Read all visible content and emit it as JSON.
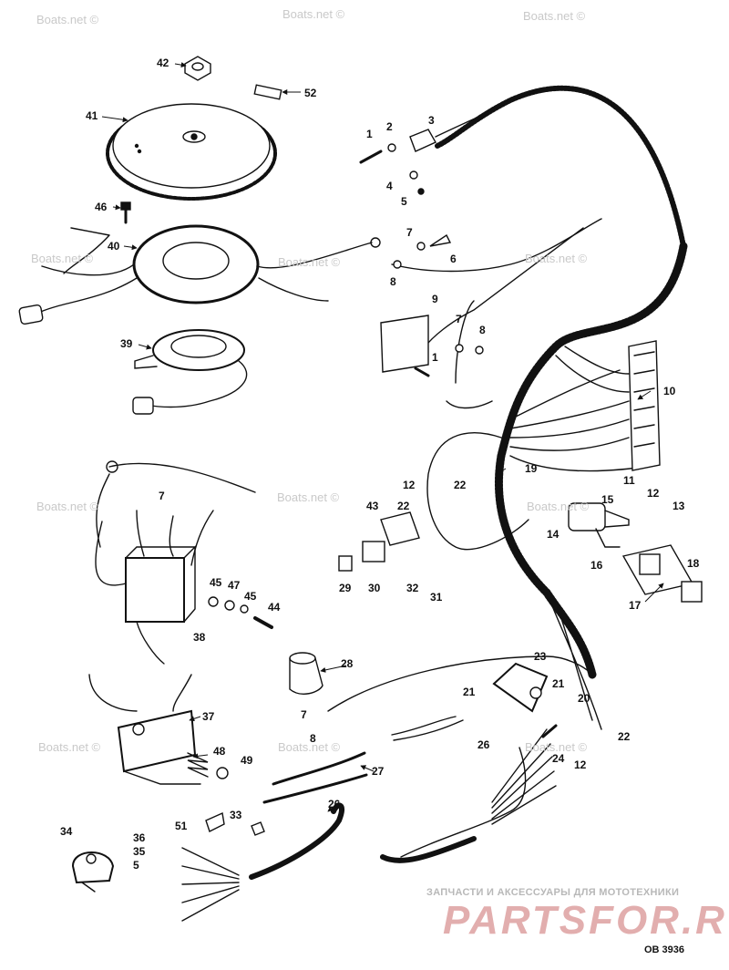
{
  "watermark": "Boats.net ©",
  "watermark_short": "Boats.net",
  "footer": {
    "tagline": "ЗАПЧАСТИ И АКСЕССУАРЫ ДЛЯ МОТОТЕХНИКИ",
    "logo": "PARTSFOR.RU",
    "diagram_code": "OB 3936"
  },
  "callouts": {
    "c1a": "1",
    "c2": "2",
    "c3": "3",
    "c4": "4",
    "c5a": "5",
    "c6": "6",
    "c7a": "7",
    "c8a": "8",
    "c9": "9",
    "c7b": "7",
    "c8b": "8",
    "c1b": "1",
    "c10": "10",
    "c11": "11",
    "c12a": "12",
    "c13": "13",
    "c12b": "12",
    "c22a": "22",
    "c19": "19",
    "c43": "43",
    "c22b": "22",
    "c15": "15",
    "c14": "14",
    "c16": "16",
    "c18": "18",
    "c17": "17",
    "c29": "29",
    "c30": "30",
    "c32": "32",
    "c31": "31",
    "c42": "42",
    "c52": "52",
    "c41": "41",
    "c46": "46",
    "c40": "40",
    "c39": "39",
    "c7c": "7",
    "c45a": "45",
    "c47": "47",
    "c45b": "45",
    "c44": "44",
    "c38": "38",
    "c28": "28",
    "c7d": "7",
    "c8c": "8",
    "c23": "23",
    "c21a": "21",
    "c21b": "21",
    "c20": "20",
    "c26a": "26",
    "c22c": "22",
    "c24": "24",
    "c12c": "12",
    "c27": "27",
    "c37": "37",
    "c48": "48",
    "c49": "49",
    "c51": "51",
    "c33": "33",
    "c26b": "26",
    "c34": "34",
    "c36": "36",
    "c35": "35",
    "c5b": "5"
  }
}
